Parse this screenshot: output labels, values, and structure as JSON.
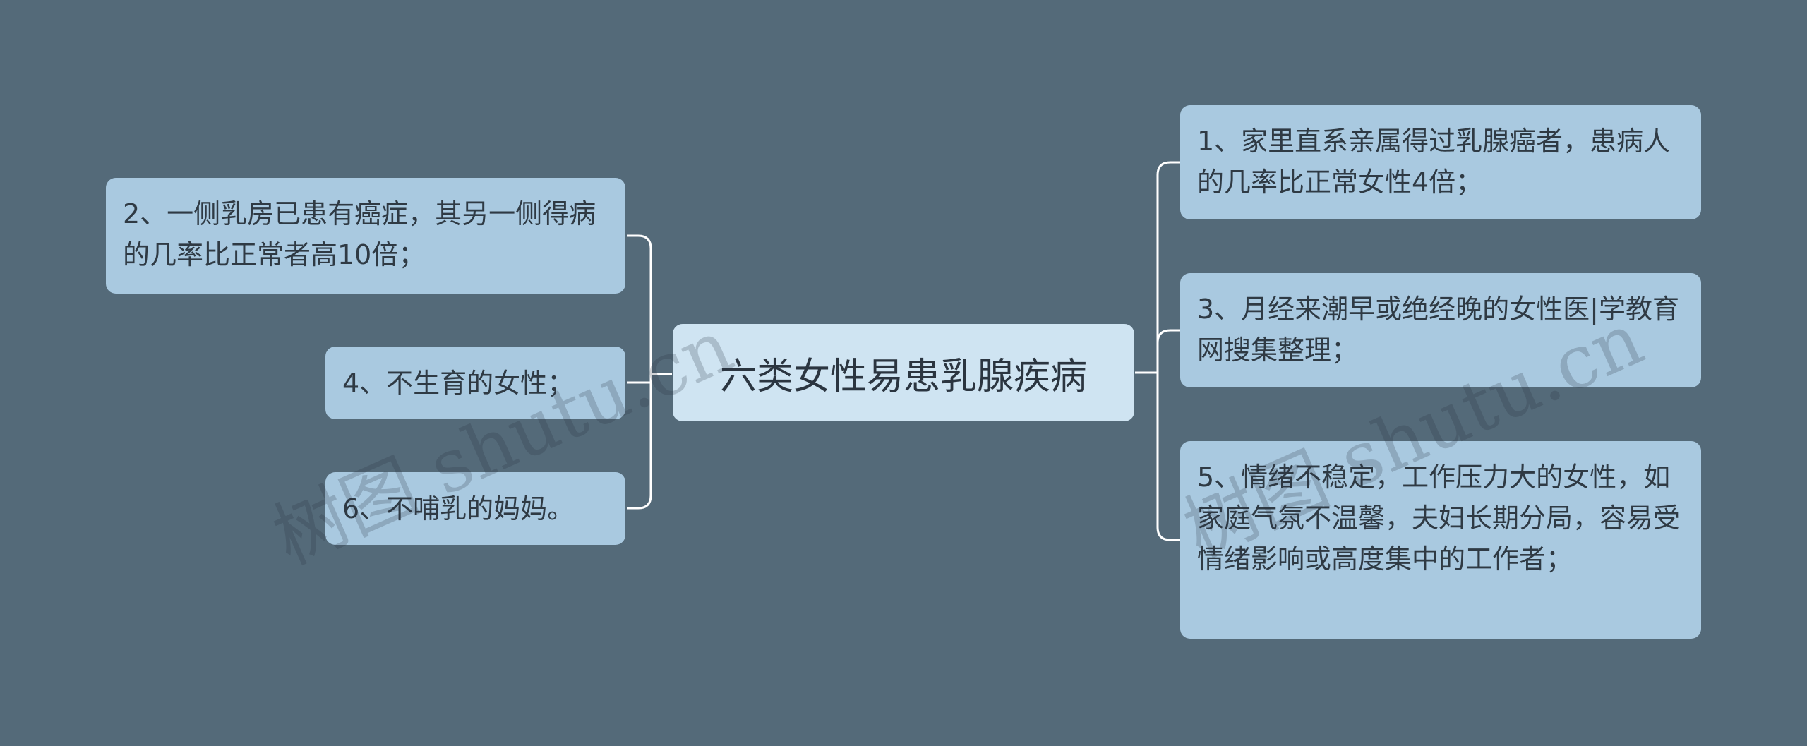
{
  "root": {
    "label": "六类女性易患乳腺疾病"
  },
  "left_nodes": [
    {
      "id": "item-2",
      "text": "2、一侧乳房已患有癌症，其另一侧得病的几率比正常者高10倍；"
    },
    {
      "id": "item-4",
      "text": "4、不生育的女性；"
    },
    {
      "id": "item-6",
      "text": "6、不哺乳的妈妈。"
    }
  ],
  "right_nodes": [
    {
      "id": "item-1",
      "text": "1、家里直系亲属得过乳腺癌者，患病人的几率比正常女性4倍；"
    },
    {
      "id": "item-3",
      "text": "3、月经来潮早或绝经晚的女性医|学教育网搜集整理；"
    },
    {
      "id": "item-5",
      "text": "5、情绪不稳定，工作压力大的女性，如家庭气氛不温馨，夫妇长期分局，容易受情绪影响或高度集中的工作者；"
    }
  ],
  "watermarks": [
    {
      "text": "树图 shutu.cn"
    },
    {
      "text": "树图 shutu.cn"
    }
  ],
  "colors": {
    "background": "#546a79",
    "node_fill": "#a9c9e0",
    "root_fill": "#cfe4f2",
    "connector": "#ffffff"
  }
}
